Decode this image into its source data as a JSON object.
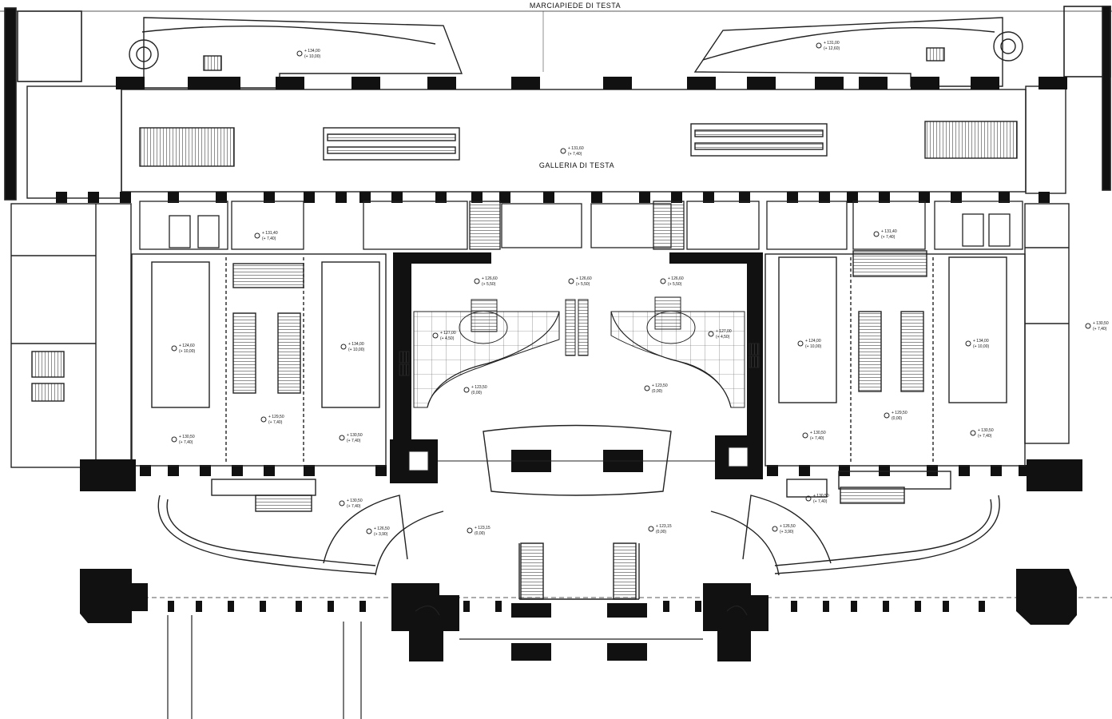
{
  "labels": {
    "top": "MARCIAPIEDE DI TESTA",
    "gallery": "GALLERIA DI TESTA"
  },
  "elevations": [
    {
      "key": "e1",
      "line1": "+ 134,00",
      "line2": "(+ 10,00)"
    },
    {
      "key": "e2",
      "line1": "+ 131,00",
      "line2": "(+ 12,60)"
    },
    {
      "key": "e3",
      "line1": "+ 131,60",
      "line2": "(+ 7,40)"
    },
    {
      "key": "e4",
      "line1": "+ 131,40",
      "line2": "(+ 7,40)"
    },
    {
      "key": "e5",
      "line1": "+ 131,40",
      "line2": "(+ 7,40)"
    },
    {
      "key": "e6",
      "line1": "+ 126,60",
      "line2": "(+ 5,50)"
    },
    {
      "key": "e7",
      "line1": "+ 126,60",
      "line2": "(+ 5,50)"
    },
    {
      "key": "e8",
      "line1": "+ 126,60",
      "line2": "(+ 5,50)"
    },
    {
      "key": "e9",
      "line1": "+ 127,00",
      "line2": "(+ 4,50)"
    },
    {
      "key": "e10",
      "line1": "+ 127,00",
      "line2": "(+ 4,50)"
    },
    {
      "key": "e11",
      "line1": "+ 124,60",
      "line2": "(+ 10,00)"
    },
    {
      "key": "e12",
      "line1": "+ 134,00",
      "line2": "(+ 10,00)"
    },
    {
      "key": "e13",
      "line1": "+ 124,00",
      "line2": "(+ 10,00)"
    },
    {
      "key": "e14",
      "line1": "+ 134,00",
      "line2": "(+ 10,00)"
    },
    {
      "key": "e15",
      "line1": "+ 123,50",
      "line2": "(0,00)"
    },
    {
      "key": "e16",
      "line1": "+ 123,50",
      "line2": "(0,00)"
    },
    {
      "key": "e17",
      "line1": "+ 129,50",
      "line2": "(+ 7,40)"
    },
    {
      "key": "e18",
      "line1": "+ 129,50",
      "line2": "(0,00)"
    },
    {
      "key": "e19",
      "line1": "+ 130,50",
      "line2": "(+ 7,40)"
    },
    {
      "key": "e20",
      "line1": "+ 130,50",
      "line2": "(+ 7,40)"
    },
    {
      "key": "e21",
      "line1": "+ 130,50",
      "line2": "(+ 7,40)"
    },
    {
      "key": "e22",
      "line1": "+ 130,50",
      "line2": "(+ 7,40)"
    },
    {
      "key": "e23",
      "line1": "+ 130,50",
      "line2": "(+ 7,40)"
    },
    {
      "key": "e24",
      "line1": "+ 126,50",
      "line2": "(+ 3,90)"
    },
    {
      "key": "e25",
      "line1": "+ 126,50",
      "line2": "(+ 3,90)"
    },
    {
      "key": "e26",
      "line1": "+ 123,15",
      "line2": "(0,00)"
    },
    {
      "key": "e27",
      "line1": "+ 123,15",
      "line2": "(0,00)"
    },
    {
      "key": "e28",
      "line1": "+ 130,50",
      "line2": "(+ 7,40)"
    },
    {
      "key": "e29",
      "line1": "+ 130,50",
      "line2": "(+ 7,40)"
    }
  ],
  "colors": {
    "wall": "#111111",
    "line": "#222222",
    "hatch": "#444444",
    "paper": "#ffffff"
  }
}
